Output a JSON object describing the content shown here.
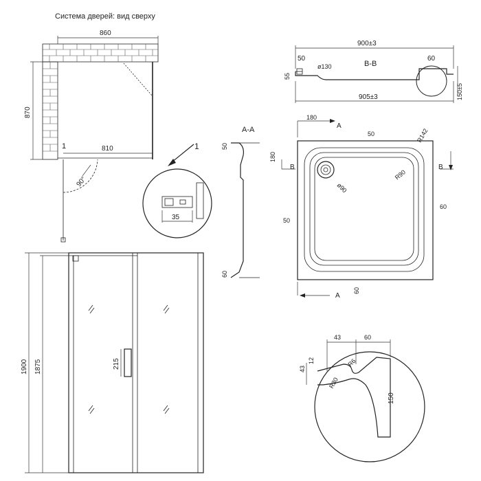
{
  "title": "Система дверей: вид сверху",
  "top_view": {
    "width_label": "860",
    "depth_label": "870",
    "inner_width_label": "810",
    "angle_label": "90°",
    "callout_label": "1"
  },
  "detail_1": {
    "callout_label": "1",
    "dim_label": "35"
  },
  "front_view": {
    "height_label": "1900",
    "inner_height_label": "1875",
    "handle_label": "215"
  },
  "section_bb": {
    "title": "B-B",
    "top_dim": "900±3",
    "bottom_dim": "905±3",
    "left_top_dim": "50",
    "left_side_dim": "55",
    "drain_dim": "ø130",
    "right_top_dim": "60",
    "right_side_dim": "150±5"
  },
  "section_aa": {
    "title": "A-A",
    "top_dim": "50",
    "bottom_dim": "60"
  },
  "tray_plan": {
    "top_dim_180": "180",
    "section_mark_top": "A",
    "section_mark_bottom": "A",
    "section_mark_left": "B",
    "section_mark_right": "B",
    "rim_top": "50",
    "radius_outer": "R142",
    "left_dim_180": "180",
    "radius_inner": "R90",
    "drain_dim": "ø90",
    "rim_left": "50",
    "rim_right": "60",
    "rim_bottom": "60"
  },
  "detail_edge": {
    "dim_43_top": "43",
    "dim_60": "60",
    "dim_12": "12",
    "dim_43_side": "43",
    "radius_6": "R6",
    "radius_30": "R30",
    "dim_150": "150"
  }
}
